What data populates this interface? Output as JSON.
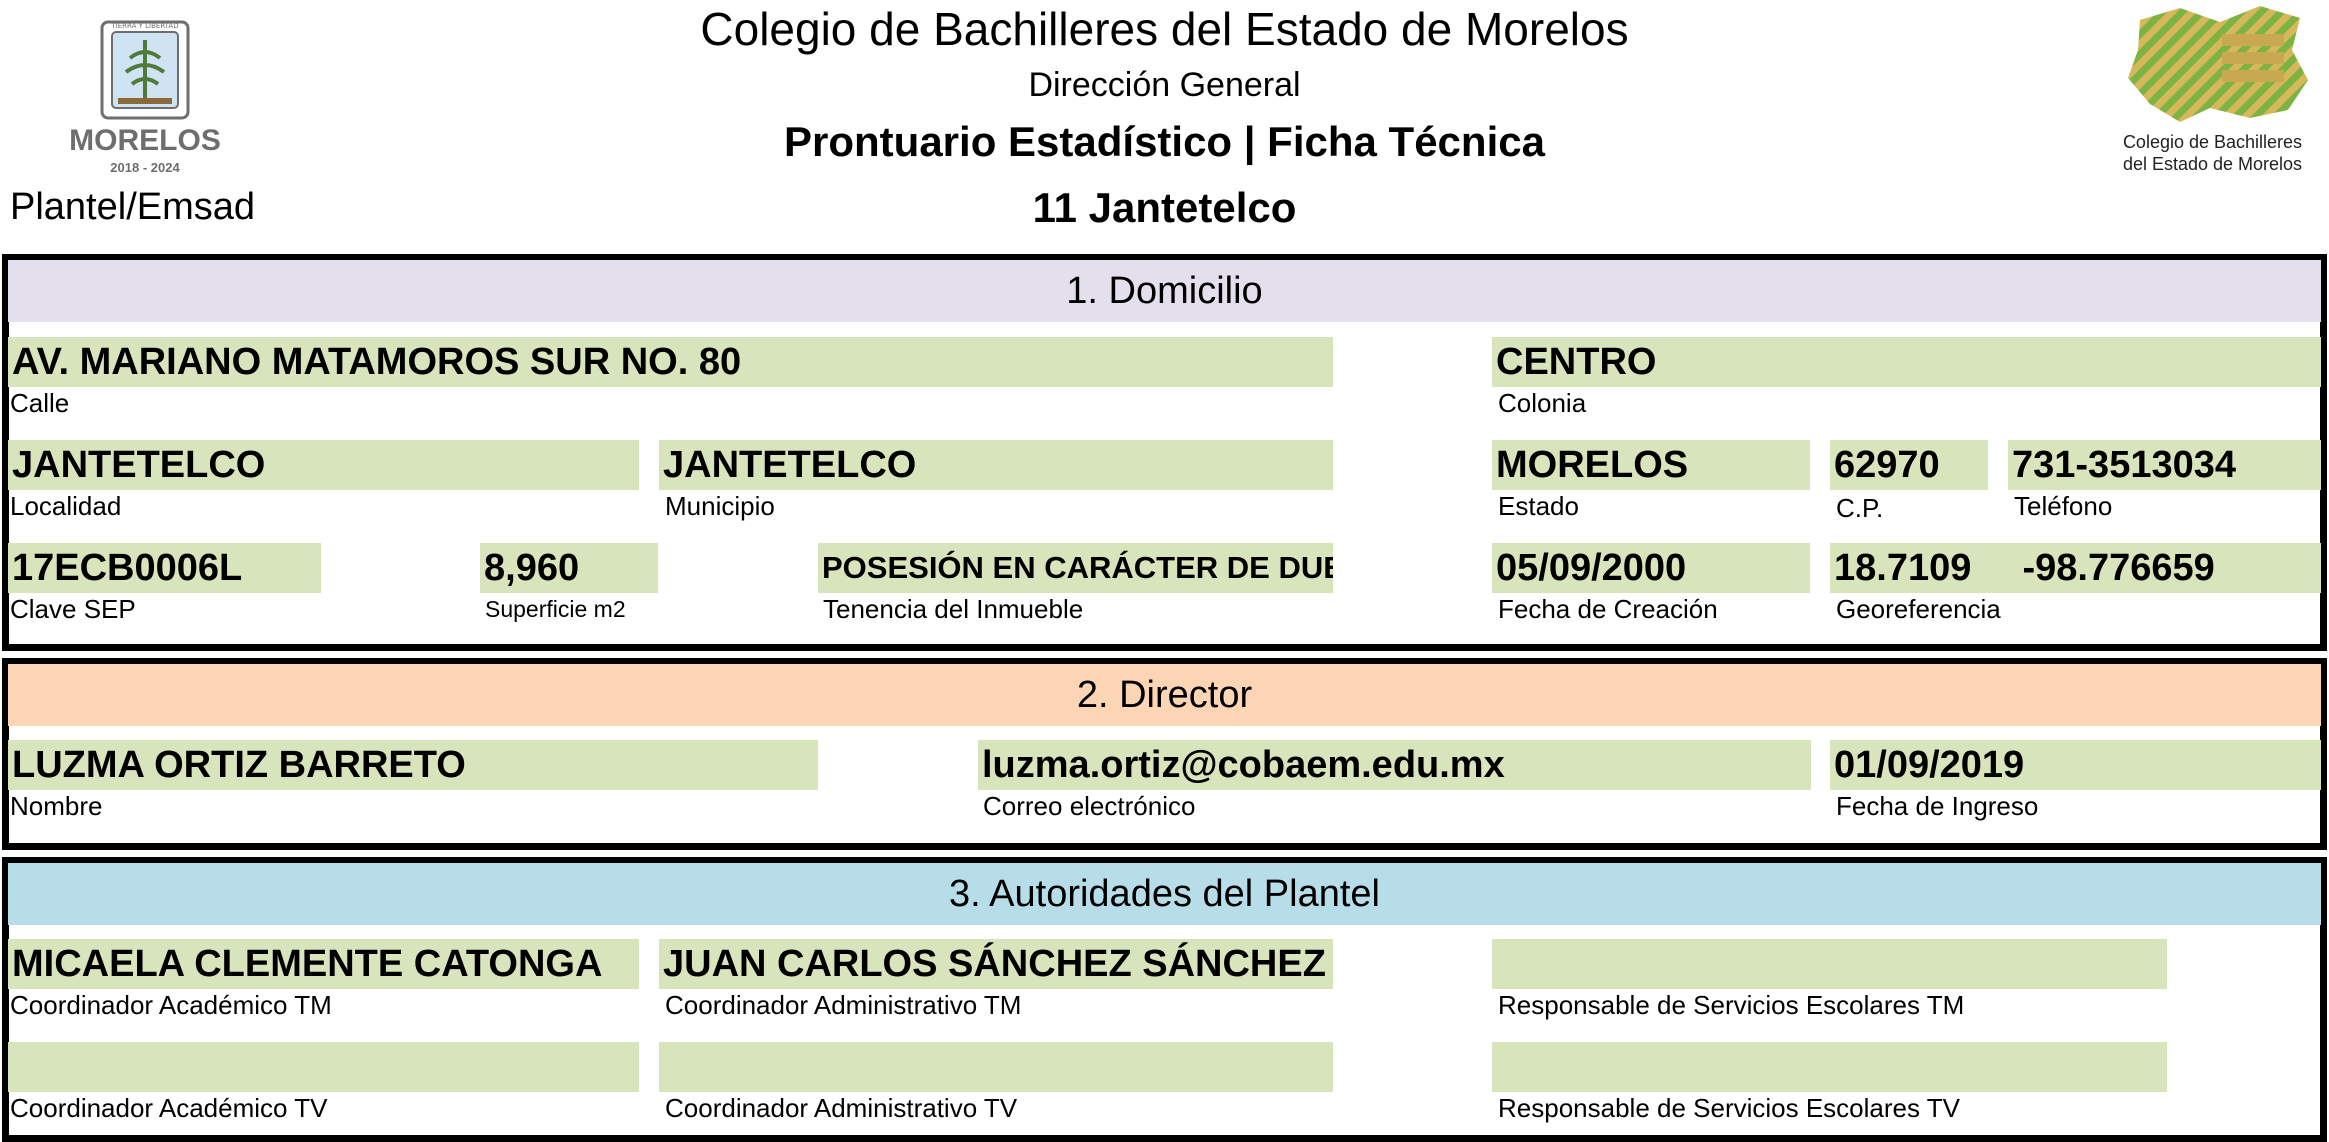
{
  "header": {
    "institution": "Colegio de Bachilleres del Estado de Morelos",
    "direction": "Dirección General",
    "document_title": "Prontuario Estadístico | Ficha Técnica",
    "plantel_name": "11 Jantetelco",
    "plantel_label": "Plantel/Emsad",
    "left_logo": {
      "name": "MORELOS",
      "years": "2018 - 2024",
      "seal_text": "TIERRA Y LIBERTAD",
      "colors": {
        "gray": "#6d6e70"
      }
    },
    "right_logo": {
      "caption_line1": "Colegio de Bachilleres",
      "caption_line2": "del Estado de Morelos",
      "colors": {
        "green": "#7cb342",
        "gold": "#c8a951"
      }
    }
  },
  "sections": {
    "domicilio": {
      "title": "1. Domicilio",
      "color": "#e4dfec",
      "calle": {
        "value": "AV. MARIANO MATAMOROS SUR NO. 80",
        "label": "Calle"
      },
      "colonia": {
        "value": "CENTRO",
        "label": "Colonia"
      },
      "localidad": {
        "value": "JANTETELCO",
        "label": "Localidad"
      },
      "municipio": {
        "value": "JANTETELCO",
        "label": "Municipio"
      },
      "estado": {
        "value": "MORELOS",
        "label": "Estado"
      },
      "cp": {
        "value": "62970",
        "label": "C.P."
      },
      "telefono": {
        "value": "731-3513034",
        "label": "Teléfono"
      },
      "clave_sep": {
        "value": "17ECB0006L",
        "label": "Clave SEP"
      },
      "superficie": {
        "value": "8,960",
        "label": "Superficie m2"
      },
      "tenencia": {
        "value": "POSESIÓN EN CARÁCTER DE DUEÑO",
        "label": "Tenencia del Inmueble"
      },
      "fecha_creacion": {
        "value": "05/09/2000",
        "label": "Fecha de Creación"
      },
      "georeferencia": {
        "lat": "18.7109",
        "lon": "-98.776659",
        "label": "Georeferencia"
      }
    },
    "director": {
      "title": "2. Director",
      "color": "#fcd5b4",
      "nombre": {
        "value": "LUZMA ORTIZ BARRETO",
        "label": "Nombre"
      },
      "correo": {
        "value": "luzma.ortiz@cobaem.edu.mx",
        "label": "Correo electrónico"
      },
      "fecha_ingreso": {
        "value": "01/09/2019",
        "label": "Fecha de Ingreso"
      }
    },
    "autoridades": {
      "title": "3. Autoridades del Plantel",
      "color": "#b7dee8",
      "coord_academico_tm": {
        "value": "MICAELA CLEMENTE CATONGA",
        "label": "Coordinador Académico TM"
      },
      "coord_admin_tm": {
        "value": "JUAN CARLOS SÁNCHEZ SÁNCHEZ",
        "label": "Coordinador Administrativo TM"
      },
      "resp_escolares_tm": {
        "value": "",
        "label": "Responsable de Servicios Escolares TM"
      },
      "coord_academico_tv": {
        "value": "",
        "label": "Coordinador Académico TV"
      },
      "coord_admin_tv": {
        "value": "",
        "label": "Coordinador Administrativo TV"
      },
      "resp_escolares_tv": {
        "value": "",
        "label": "Responsable de Servicios Escolares TV"
      }
    }
  },
  "field_color": "#d8e4bc"
}
